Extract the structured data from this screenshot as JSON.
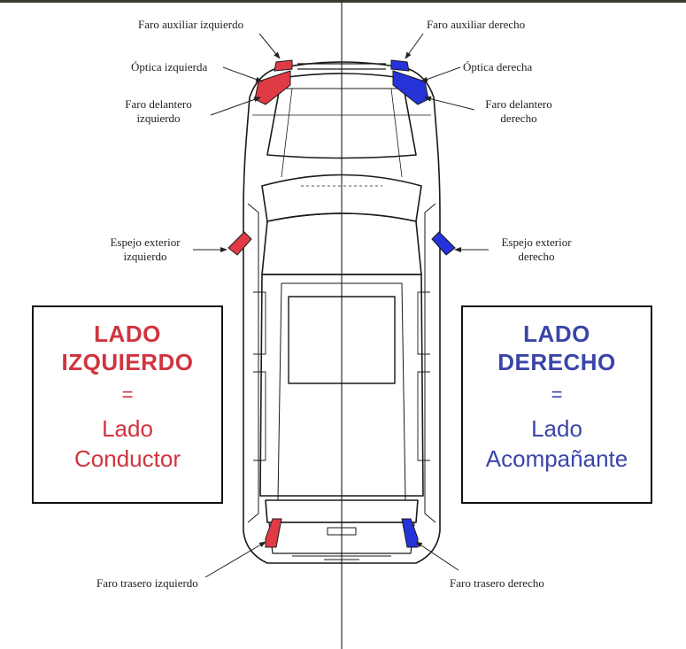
{
  "labels": {
    "aux_left": "Faro auxiliar izquierdo",
    "aux_right": "Faro auxiliar derecho",
    "optic_left": "Óptica izquierda",
    "optic_right": "Óptica derecha",
    "front_left_1": "Faro delantero",
    "front_left_2": "izquierdo",
    "front_right_1": "Faro delantero",
    "front_right_2": "derecho",
    "mirror_left_1": "Espejo exterior",
    "mirror_left_2": "izquierdo",
    "mirror_right_1": "Espejo exterior",
    "mirror_right_2": "derecho",
    "rear_left": "Faro trasero izquierdo",
    "rear_right": "Faro trasero derecho"
  },
  "left_box": {
    "line1": "LADO",
    "line2": "IZQUIERDO",
    "equals": "=",
    "sub1": "Lado",
    "sub2": "Conductor"
  },
  "right_box": {
    "line1": "LADO",
    "line2": "DERECHO",
    "equals": "=",
    "sub1": "Lado",
    "sub2": "Acompañante"
  },
  "colors": {
    "left": "#d0343f",
    "right": "#3a45a8",
    "left_part": "#e03a44",
    "right_part": "#2633d9",
    "outline": "#1a1a1a",
    "top_bar": "#3b3a2c"
  }
}
